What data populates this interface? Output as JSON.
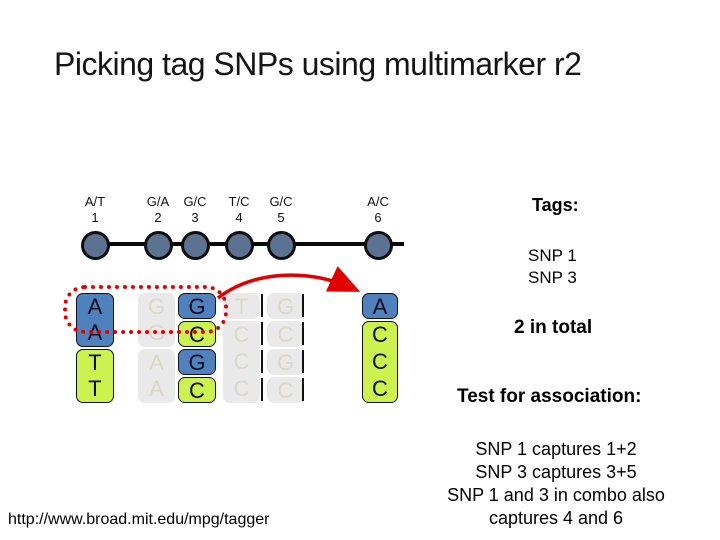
{
  "title": "Picking tag SNPs using multimarker r2",
  "colors": {
    "blue": "#4f81bd",
    "green": "#ccf24f",
    "gray_box": "#e9e9e9",
    "circle": "#5b7390",
    "red": "#e10000"
  },
  "snp_track": {
    "snps": [
      {
        "alleles": "A/T",
        "num": "1"
      },
      {
        "alleles": "G/A",
        "num": "2"
      },
      {
        "alleles": "G/C",
        "num": "3"
      },
      {
        "alleles": "T/C",
        "num": "4"
      },
      {
        "alleles": "G/C",
        "num": "5"
      },
      {
        "alleles": "A/C",
        "num": "6"
      }
    ]
  },
  "haplotypes": {
    "snp1": [
      "A",
      "A",
      "T",
      "T"
    ],
    "snp2": [
      "G",
      "G",
      "A",
      "A"
    ],
    "snp3": [
      "G",
      "C",
      "G",
      "C"
    ],
    "snp4": [
      "T",
      "C",
      "C",
      "C"
    ],
    "snp5": [
      "G",
      "C",
      "G",
      "C"
    ],
    "tag_column": [
      "A",
      "C",
      "C",
      "C"
    ]
  },
  "tags_panel": {
    "heading": "Tags:",
    "items": [
      "SNP 1",
      "SNP 3"
    ],
    "count_note": "2 in total",
    "test_label": "Test for association:"
  },
  "caption": {
    "lines": [
      "SNP 1 captures 1+2",
      "SNP 3 captures 3+5",
      "SNP 1 and 3 in combo also",
      "captures 4 and 6"
    ]
  },
  "footer": {
    "url": "http://www.broad.mit.edu/mpg/tagger"
  }
}
